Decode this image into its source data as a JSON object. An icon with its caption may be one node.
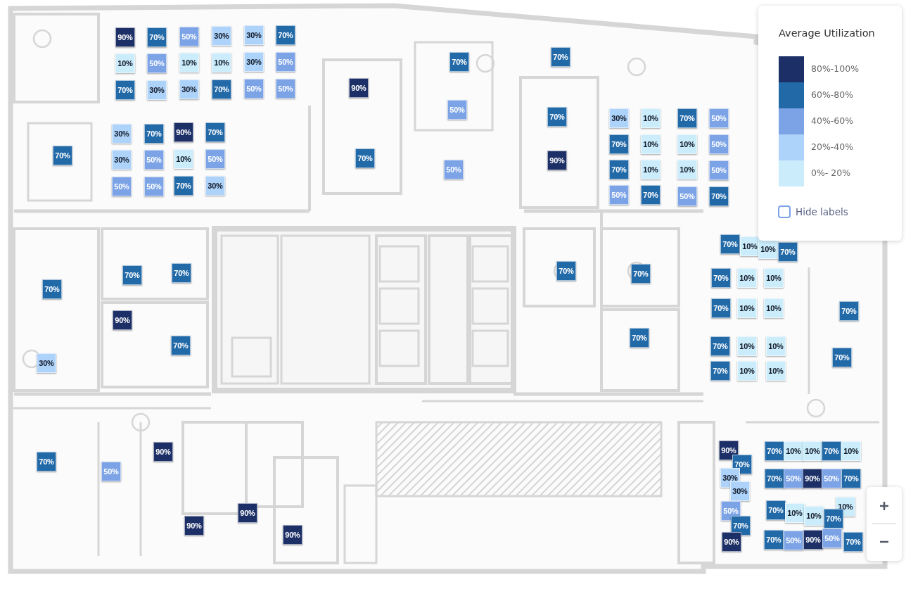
{
  "diagram": {
    "nodes": [
      {
        "text": [
          "90%"
        ]
      },
      {
        "text": [
          "70%"
        ]
      },
      {
        "text": [
          "10%"
        ]
      },
      {
        "text": [
          "50%"
        ]
      },
      {
        "text": [
          "70%"
        ]
      },
      {
        "text": [
          "30%"
        ]
      },
      {
        "text": [
          "50%"
        ]
      },
      {
        "text": [
          "30%"
        ]
      },
      {
        "text": [
          "10%"
        ]
      },
      {
        "text": [
          "10%"
        ]
      },
      {
        "text": [
          "30%"
        ]
      },
      {
        "text": [
          "70%"
        ]
      },
      {
        "text": [
          "30%"
        ]
      },
      {
        "text": [
          "70%"
        ]
      },
      {
        "text": [
          "30%"
        ]
      },
      {
        "text": [
          "50%"
        ]
      },
      {
        "text": [
          "50%"
        ]
      },
      {
        "text": [
          "50%"
        ]
      },
      {
        "text": [
          "90%"
        ]
      },
      {
        "text": [
          "70%"
        ]
      },
      {
        "text": [
          "70%"
        ]
      },
      {
        "text": [
          "50%"
        ]
      },
      {
        "text": [
          "30%"
        ]
      },
      {
        "text": [
          "70%"
        ]
      },
      {
        "text": [
          "30%"
        ]
      },
      {
        "text": [
          "50%"
        ]
      },
      {
        "text": [
          "50%"
        ]
      },
      {
        "text": [
          "50%"
        ]
      },
      {
        "text": [
          "90%"
        ]
      },
      {
        "text": [
          "70%"
        ]
      },
      {
        "text": [
          "10%"
        ]
      },
      {
        "text": [
          "50%"
        ]
      },
      {
        "text": [
          "70%"
        ]
      },
      {
        "text": [
          "30%"
        ]
      },
      {
        "text": [
          "70%"
        ]
      },
      {
        "text": [
          "70%"
        ]
      },
      {
        "text": [
          "50%"
        ]
      },
      {
        "text": [
          "70%"
        ]
      },
      {
        "text": [
          "90%"
        ]
      },
      {
        "text": [
          "30%"
        ]
      },
      {
        "text": [
          "10%"
        ]
      },
      {
        "text": [
          "70%"
        ]
      },
      {
        "text": [
          "50%"
        ]
      },
      {
        "text": [
          "70%"
        ]
      },
      {
        "text": [
          "10%"
        ]
      },
      {
        "text": [
          "10%"
        ]
      },
      {
        "text": [
          "50%"
        ]
      },
      {
        "text": [
          "70%"
        ]
      },
      {
        "text": [
          "10%"
        ]
      },
      {
        "text": [
          "10%"
        ]
      },
      {
        "text": [
          "50%"
        ]
      },
      {
        "text": [
          "50%"
        ]
      },
      {
        "text": [
          "70%"
        ]
      },
      {
        "text": [
          "50%"
        ]
      },
      {
        "text": [
          "70%"
        ]
      },
      {
        "text": [
          "70%"
        ]
      },
      {
        "text": [
          "10%"
        ]
      },
      {
        "text": [
          "10%"
        ]
      },
      {
        "text": [
          "70%"
        ]
      },
      {
        "text": [
          "70%"
        ]
      },
      {
        "text": [
          "10%"
        ]
      },
      {
        "text": [
          "10%"
        ]
      },
      {
        "text": [
          "70%"
        ]
      },
      {
        "text": [
          "10%"
        ]
      },
      {
        "text": [
          "10%"
        ]
      },
      {
        "text": [
          "70%"
        ]
      },
      {
        "text": [
          "70%"
        ]
      },
      {
        "text": [
          "10%"
        ]
      },
      {
        "text": [
          "10%"
        ]
      },
      {
        "text": [
          "70%"
        ]
      },
      {
        "text": [
          "10%"
        ]
      },
      {
        "text": [
          "10%"
        ]
      },
      {
        "text": [
          "70%"
        ]
      },
      {
        "text": [
          "70%"
        ]
      },
      {
        "text": [
          "70%"
        ]
      },
      {
        "text": [
          "70%"
        ]
      },
      {
        "text": [
          "90%"
        ]
      },
      {
        "text": [
          "70%"
        ]
      },
      {
        "text": [
          "30%"
        ]
      },
      {
        "text": [
          "70%"
        ]
      },
      {
        "text": [
          "70%"
        ]
      },
      {
        "text": [
          "70%"
        ]
      },
      {
        "text": [
          "70%"
        ]
      },
      {
        "text": [
          "50%"
        ]
      },
      {
        "text": [
          "90%"
        ]
      },
      {
        "text": [
          "90%"
        ]
      },
      {
        "text": [
          "90%"
        ]
      },
      {
        "text": [
          "90%"
        ]
      },
      {
        "text": [
          "90%"
        ]
      },
      {
        "text": [
          "70%"
        ]
      },
      {
        "text": [
          "30%"
        ]
      },
      {
        "text": [
          "30%"
        ]
      },
      {
        "text": [
          "50%"
        ]
      },
      {
        "text": [
          "70%"
        ]
      },
      {
        "text": [
          "90%"
        ]
      },
      {
        "text": [
          "70%"
        ]
      },
      {
        "text": [
          "10%"
        ]
      },
      {
        "text": [
          "10%"
        ]
      },
      {
        "text": [
          "70%"
        ]
      },
      {
        "text": [
          "10%"
        ]
      },
      {
        "text": [
          "70%"
        ]
      },
      {
        "text": [
          "50%"
        ]
      },
      {
        "text": [
          "90%"
        ]
      },
      {
        "text": [
          "50%"
        ]
      },
      {
        "text": [
          "70%"
        ]
      },
      {
        "text": [
          "70%"
        ]
      },
      {
        "text": [
          "10%"
        ]
      },
      {
        "text": [
          "10%"
        ]
      },
      {
        "text": [
          "70%"
        ]
      },
      {
        "text": [
          "10%"
        ]
      },
      {
        "text": [
          "70%"
        ]
      },
      {
        "text": [
          "50%"
        ]
      },
      {
        "text": [
          "90%"
        ]
      },
      {
        "text": [
          "50%"
        ]
      },
      {
        "text": [
          "70%"
        ]
      }
    ],
    "labels": [
      "Average Utilization",
      "Hide labels"
    ],
    "legend": [
      {
        "text": "80%-100%",
        "color": "#1c2f66"
      },
      {
        "text": "60%-80%",
        "color": "#2269a8"
      },
      {
        "text": "40%-60%",
        "color": "#7ba3e6"
      },
      {
        "text": "20%-40%",
        "color": "#aed3fa"
      },
      {
        "text": "0%- 20%",
        "color": "#caecfb"
      }
    ]
  }
}
